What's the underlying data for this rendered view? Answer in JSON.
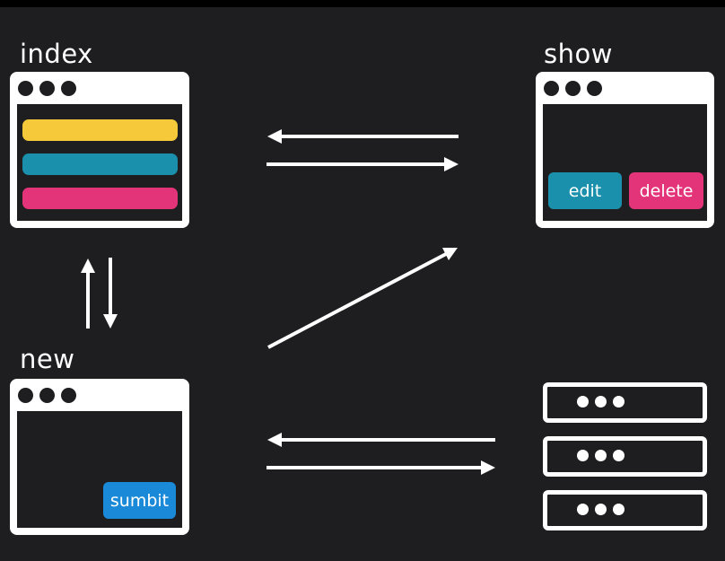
{
  "labels": {
    "index": "index",
    "show": "show",
    "new": "new"
  },
  "buttons": {
    "edit": "edit",
    "delete": "delete",
    "submit": "sumbit"
  },
  "index_list_colors": [
    "#f5c93a",
    "#1a90ad",
    "#e3347a"
  ],
  "colors": {
    "background": "#1e1e21",
    "foreground": "#ffffff",
    "edit": "#1a90ad",
    "delete": "#e3347a",
    "submit": "#1a8ad8"
  },
  "icons": {
    "server_stack": "server-stack-icon"
  }
}
